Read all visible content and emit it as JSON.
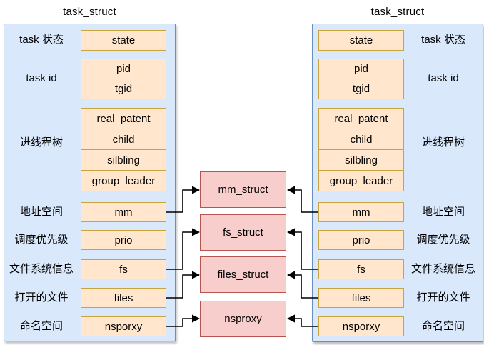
{
  "colors": {
    "panel_fill": "#dae8fc",
    "panel_stroke": "#6c8ebf",
    "field_fill": "#ffe6cc",
    "field_stroke": "#c9a43e",
    "struct_fill": "#f8cecc",
    "struct_stroke": "#b85450",
    "arrow": "#000000"
  },
  "left_panel": {
    "title": "task_struct",
    "rows": [
      {
        "label": "task 状态",
        "fields": [
          "state"
        ]
      },
      {
        "label": "task id",
        "fields": [
          "pid",
          "tgid"
        ]
      },
      {
        "label": "进线程树",
        "fields": [
          "real_patent",
          "child",
          "silbling",
          "group_leader"
        ]
      },
      {
        "label": "地址空间",
        "fields": [
          "mm"
        ]
      },
      {
        "label": "调度优先级",
        "fields": [
          "prio"
        ]
      },
      {
        "label": "文件系统信息",
        "fields": [
          "fs"
        ]
      },
      {
        "label": "打开的文件",
        "fields": [
          "files"
        ]
      },
      {
        "label": "命名空间",
        "fields": [
          "nsporxy"
        ]
      }
    ]
  },
  "right_panel": {
    "title": "task_struct",
    "rows": [
      {
        "label": "task 状态",
        "fields": [
          "state"
        ]
      },
      {
        "label": "task id",
        "fields": [
          "pid",
          "tgid"
        ]
      },
      {
        "label": "进线程树",
        "fields": [
          "real_patent",
          "child",
          "silbling",
          "group_leader"
        ]
      },
      {
        "label": "地址空间",
        "fields": [
          "mm"
        ]
      },
      {
        "label": "调度优先级",
        "fields": [
          "prio"
        ]
      },
      {
        "label": "文件系统信息",
        "fields": [
          "fs"
        ]
      },
      {
        "label": "打开的文件",
        "fields": [
          "files"
        ]
      },
      {
        "label": "命名空间",
        "fields": [
          "nsporxy"
        ]
      }
    ]
  },
  "center_structs": [
    {
      "label": "mm_struct"
    },
    {
      "label": "fs_struct"
    },
    {
      "label": "files_struct"
    },
    {
      "label": "nsproxy"
    }
  ]
}
